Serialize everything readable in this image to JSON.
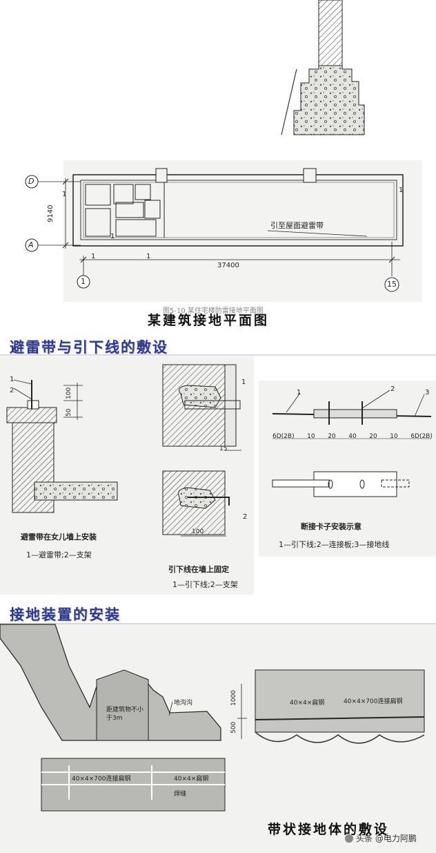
{
  "plan": {
    "title": "某建筑接地平面图",
    "faint_title": "图5-10 某住宅楼防雷接地平面图",
    "strip_label": "引至屋面避雷带",
    "dim_width": "37400",
    "dim_height": "9140",
    "axis_d": "D",
    "axis_a": "A",
    "axis_1": "1",
    "axis_15": "15",
    "mark_1": "1"
  },
  "section_lightning": {
    "heading": "避雷带与引下线的敷设",
    "parapet": {
      "caption": "避雷带在女儿墙上安装",
      "legend": "1—避雷带;2—支架",
      "label_1": "1",
      "label_2": "2",
      "dim_100": "100",
      "dim_50": "50"
    },
    "downlead": {
      "caption": "引下线在墙上固定",
      "legend": "1—引下线;2—支架",
      "label_1": "1",
      "label_2": "2",
      "dim_15": "15",
      "dim_100": "100"
    },
    "clamp": {
      "caption": "断接卡子安装示意",
      "legend": "1—引下线;2—连接板;3—接地线",
      "label_1": "1",
      "label_2": "2",
      "label_3": "3",
      "dims": [
        "6D(2B)",
        "10",
        "20",
        "40",
        "20",
        "10",
        "6D(2B)"
      ]
    }
  },
  "section_grounding": {
    "heading": "接地装置的安装",
    "building_note": "距建筑物不小于3m",
    "trench_label": "地沟沟",
    "flat_steel_label": "40×4×扁钢",
    "connecting_label": "40×4×700连接扁钢",
    "dim_1000": "1000",
    "dim_500": "500",
    "plan_label_a": "40×4×700连接扁钢",
    "plan_label_b": "40×4×扁钢",
    "plan_label_c": "焊缝",
    "bottom_title": "带状接地体的敷设",
    "watermark": "头条 @电力阿鹏"
  }
}
